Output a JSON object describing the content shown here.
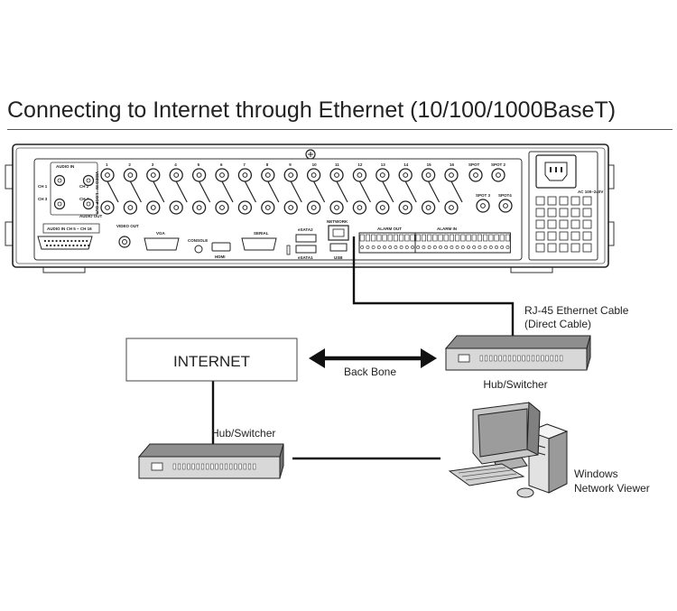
{
  "page": {
    "title": "Connecting to Internet through Ethernet (10/100/1000BaseT)"
  },
  "device_panel": {
    "channel_numbers": [
      "1",
      "2",
      "3",
      "4",
      "5",
      "6",
      "7",
      "8",
      "9",
      "10",
      "11",
      "12",
      "13",
      "14",
      "15",
      "16"
    ],
    "spot_labels": [
      "SPOT",
      "SPOT 2",
      "SPOT 3",
      "SPOT4"
    ],
    "audio_in": "AUDIO IN",
    "audio_out": "AUDIO OUT",
    "audio_channels": [
      "CH 1",
      "CH 2",
      "CH 3",
      "CH 4"
    ],
    "video_in": "VIDEO IN",
    "loop_out": "LOOP OUT",
    "audio_in_ch": "AUDIO IN CH 5 ~ CH 16",
    "video_out": "VIDEO OUT",
    "vga": "VGA",
    "console": "CONSOLE",
    "hdmi": "HDMI",
    "serial": "SERIAL",
    "esata2": "eSATA2",
    "esata1": "eSATA1",
    "network": "NETWORK",
    "usb": "USB",
    "alarm_out": "ALARM OUT",
    "alarm_in": "ALARM IN",
    "ac_power": "AC 100~240V"
  },
  "labels": {
    "cable": "RJ-45 Ethernet Cable",
    "cable_sub": "(Direct Cable)",
    "internet": "INTERNET",
    "backbone": "Back Bone",
    "hub_top": "Hub/Switcher",
    "hub_bottom": "Hub/Switcher",
    "viewer_line1": "Windows",
    "viewer_line2": "Network Viewer"
  },
  "icons": [
    "dvr-rear-panel",
    "hub-switcher-icon",
    "internet-box",
    "double-arrow-icon",
    "computer-icon"
  ]
}
